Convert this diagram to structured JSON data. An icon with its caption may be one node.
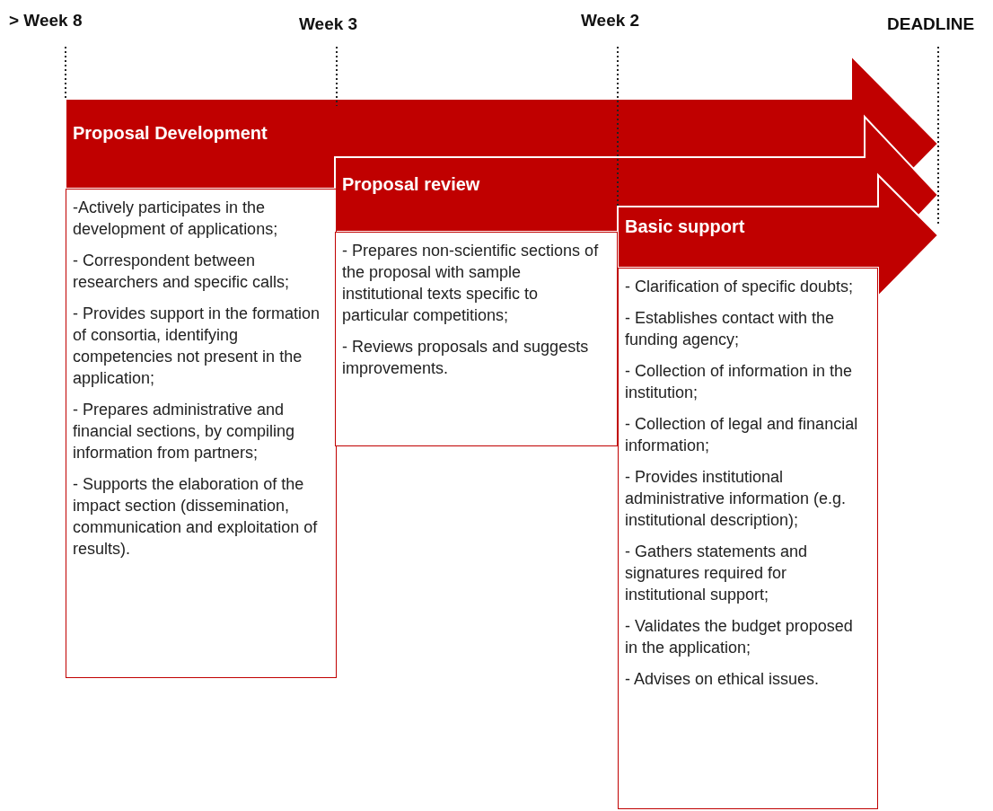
{
  "diagram": {
    "nodes": [
      {
        "text": [
          "Proposal Development"
        ]
      },
      {
        "text": [
          "-Actively participates in the development of applications;",
          "- Correspondent between researchers and specific calls;",
          "- Provides support in the formation of consortia, identifying competencies not present in the application;",
          "- Prepares administrative and financial sections, by compiling information from partners;",
          "- Supports the elaboration of the impact section (dissemination, communication and exploitation of results)."
        ]
      },
      {
        "text": [
          "Proposal review"
        ]
      },
      {
        "text": [
          "- Prepares non-scientific sections of the proposal with sample institutional texts specific to particular competitions;",
          "- Reviews proposals and suggests improvements."
        ]
      },
      {
        "text": [
          "Basic support"
        ]
      },
      {
        "text": [
          "- Clarification of specific doubts;",
          "- Establishes contact with the funding agency;",
          "- Collection of information in the institution;",
          "- Collection of legal and financial information;",
          "- Provides institutional administrative information (e.g. institutional description);",
          "- Gathers statements and signatures required for institutional support;",
          "- Validates the budget proposed in the application;",
          "- Advises on ethical issues."
        ]
      }
    ],
    "edges": [],
    "labels": [
      "> Week 8",
      "Week 3",
      "Week 2",
      "DEADLINE"
    ]
  }
}
